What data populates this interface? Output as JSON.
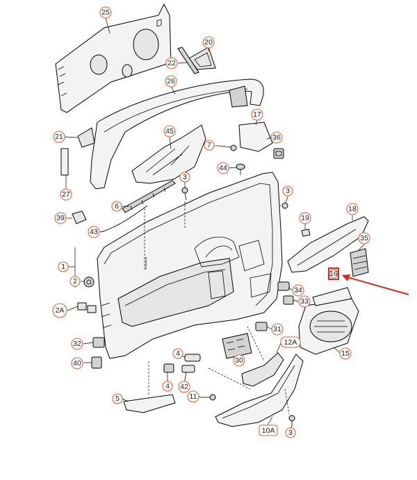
{
  "diagram": {
    "callouts": {
      "c25": "25",
      "c20": "20",
      "c22": "22",
      "c26": "26",
      "c17": "17",
      "c21": "21",
      "c45": "45",
      "c36": "36",
      "c7": "7",
      "c44": "44",
      "c27": "27",
      "c3a": "3",
      "c3b": "3",
      "c6": "6",
      "c18": "18",
      "c39": "39",
      "c19": "19",
      "c35": "35",
      "c43": "43",
      "c1": "1",
      "c16": "16",
      "c2": "2",
      "c34": "34",
      "c33": "33",
      "c2a": "2A",
      "c31": "31",
      "c12a": "12A",
      "c32": "32",
      "c15": "15",
      "c4a": "4",
      "c30": "30",
      "c40": "40",
      "c4b": "4",
      "c42": "42",
      "c5": "5",
      "c11": "11",
      "c10a": "10A",
      "c3c": "3"
    },
    "highlight_color": "#e0241b",
    "callout_color": "#e0623a"
  }
}
